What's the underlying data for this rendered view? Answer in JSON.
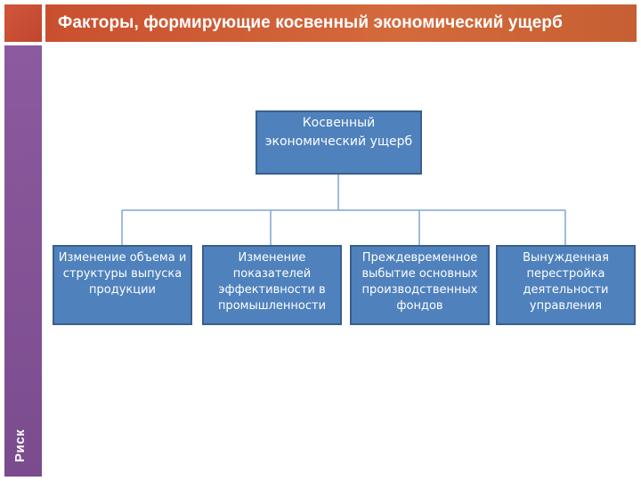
{
  "header": {
    "title": "Факторы, формирующие косвенный экономический ущерб"
  },
  "sidebar": {
    "label": "Риск"
  },
  "diagram": {
    "root": {
      "label": "Косвенный экономический ущерб"
    },
    "children": [
      {
        "label": "Изменение объема и структуры выпуска продукции"
      },
      {
        "label": "Изменение показателей эффективности в промышленности"
      },
      {
        "label": "Преждевременное выбытие основных производственных фондов"
      },
      {
        "label": "Вынужденная перестройка деятельности управления"
      }
    ]
  },
  "colors": {
    "title_bar": "#d0603a",
    "side_bar": "#84559a",
    "node_fill": "#4f81bd",
    "node_border": "#395f8d",
    "connector": "#7fa6d0"
  }
}
